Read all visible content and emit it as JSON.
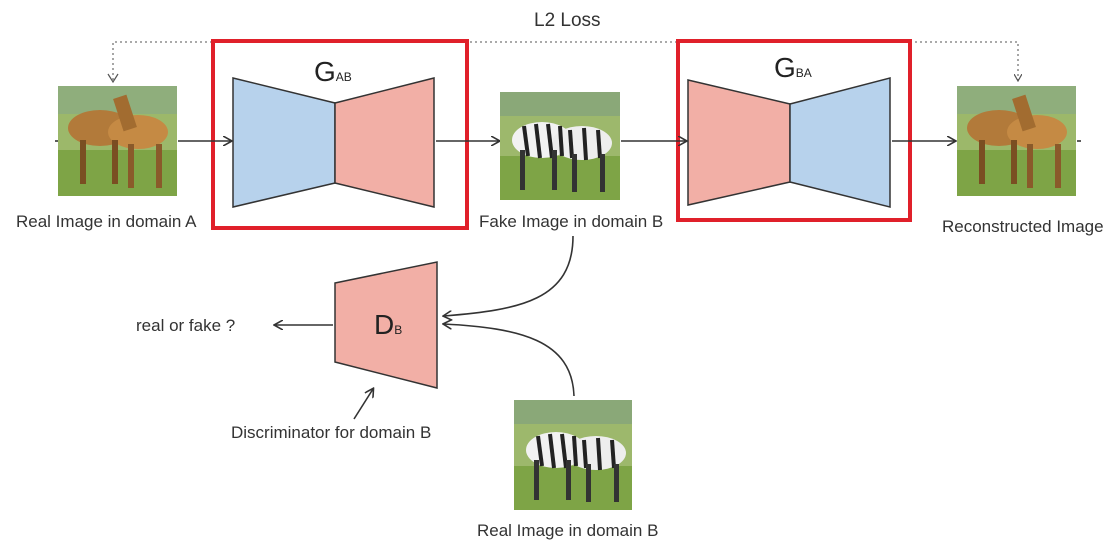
{
  "loss_label": "L2 Loss",
  "generator_ab": {
    "letter": "G",
    "subscript": "AB"
  },
  "generator_ba": {
    "letter": "G",
    "subscript": "BA"
  },
  "discriminator": {
    "letter": "D",
    "subscript": "B"
  },
  "images": {
    "real_a": {
      "caption": "Real Image in domain A",
      "subject": "horses"
    },
    "fake_b": {
      "caption": "Fake Image in domain B",
      "subject": "zebras"
    },
    "reconstructed": {
      "caption": "Reconstructed Image",
      "subject": "horses"
    },
    "real_b": {
      "caption": "Real Image in domain B",
      "subject": "zebras"
    }
  },
  "output_label": "real or fake ?",
  "discriminator_caption": "Discriminator for domain B",
  "colors": {
    "encoder_blue": "#b7d2ec",
    "decoder_pink": "#f2afa6",
    "highlight_red": "#e0202a",
    "arrow": "#333333"
  }
}
